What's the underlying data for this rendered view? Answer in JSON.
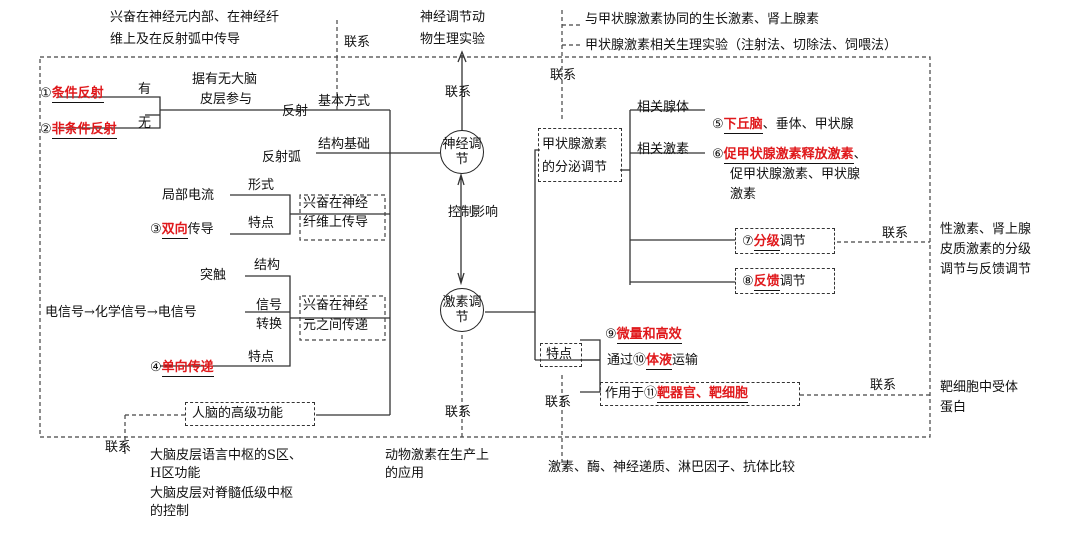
{
  "center": {
    "nerve": "神经调节",
    "hormone": "激素调节",
    "control": "控制",
    "influence": "影响",
    "link_top": "联系",
    "link_bottom": "联系"
  },
  "top": {
    "excite_prop": "兴奋在神经元内部、在神经纤维上及在反射弧中传导",
    "excite_prop_l1": "兴奋在神经元内部、在神经纤",
    "excite_prop_l2": "维上及在反射弧中传导",
    "link_left": "联系",
    "animal_exp": "神经调节动物生理实验",
    "animal_exp_l1": "神经调节动",
    "animal_exp_l2": "物生理实验",
    "right_1": "与甲状腺激素协同的生长激素、肾上腺素",
    "right_2": "甲状腺激素相关生理实验（注射法、切除法、饲喂法）",
    "link_right": "联系"
  },
  "nerve_branch": {
    "blank1_num": "①",
    "blank1": "条件反射",
    "blank2_num": "②",
    "blank2": "非条件反射",
    "has": "有",
    "none": "无",
    "cortex_l1": "据有无大脑",
    "cortex_l2": "皮层参与",
    "reflex": "反射",
    "basic_mode": "基本方式",
    "reflex_arc": "反射弧",
    "struct_basis": "结构基础",
    "local_current": "局部电流",
    "form": "形式",
    "blank3_num": "③",
    "blank3": "双向",
    "conduct": "传导",
    "feature": "特点",
    "fiber_l1": "兴奋在神经",
    "fiber_l2": "纤维上传导",
    "synapse": "突触",
    "structure": "结构",
    "signal_chain": "电信号→化学信号→电信号",
    "signal_conv_l1": "信号",
    "signal_conv_l2": "转换",
    "between_l1": "兴奋在神经",
    "between_l2": "元之间传递",
    "feature2": "特点",
    "blank4_num": "④",
    "blank4": "单向传递",
    "higher": "人脑的高级功能",
    "link": "联系",
    "lang_l1": "大脑皮层语言中枢的S区、",
    "lang_l2": "H区功能",
    "spinal_l1": "大脑皮层对脊髓低级中枢",
    "spinal_l2": "的控制",
    "app_l1": "动物激素在生产上",
    "app_l2": "的应用"
  },
  "hormone_branch": {
    "thyroid_l1": "甲状腺激素",
    "thyroid_l2": "的分泌调节",
    "glands": "相关腺体",
    "blank5_num": "⑤",
    "blank5": "下丘脑",
    "glands_rest": "、垂体、甲状腺",
    "hormones": "相关激素",
    "blank6_num": "⑥",
    "blank6": "促甲状腺激素释放激素",
    "blank6_tail": "、",
    "hormones_l2": "促甲状腺激素、甲状腺",
    "hormones_l3": "激素",
    "blank7_num": "⑦",
    "blank7": "分级",
    "regulate": "调节",
    "blank8_num": "⑧",
    "blank8": "反馈",
    "regulate2": "调节",
    "link1": "联系",
    "adrenal_l1": "性激素、肾上腺",
    "adrenal_l2": "皮质激素的分级",
    "adrenal_l3": "调节与反馈调节",
    "feature": "特点",
    "blank9_num": "⑨",
    "blank9": "微量和高效",
    "via": "通过",
    "blank10_num": "⑩",
    "blank10": "体液",
    "transport": "运输",
    "act_on": "作用于",
    "blank11_num": "⑪",
    "blank11": "靶器官、靶细胞",
    "link2": "联系",
    "receptor_l1": "靶细胞中受体",
    "receptor_l2": "蛋白",
    "link3": "联系",
    "compare": "激素、酶、神经递质、淋巴因子、抗体比较"
  }
}
